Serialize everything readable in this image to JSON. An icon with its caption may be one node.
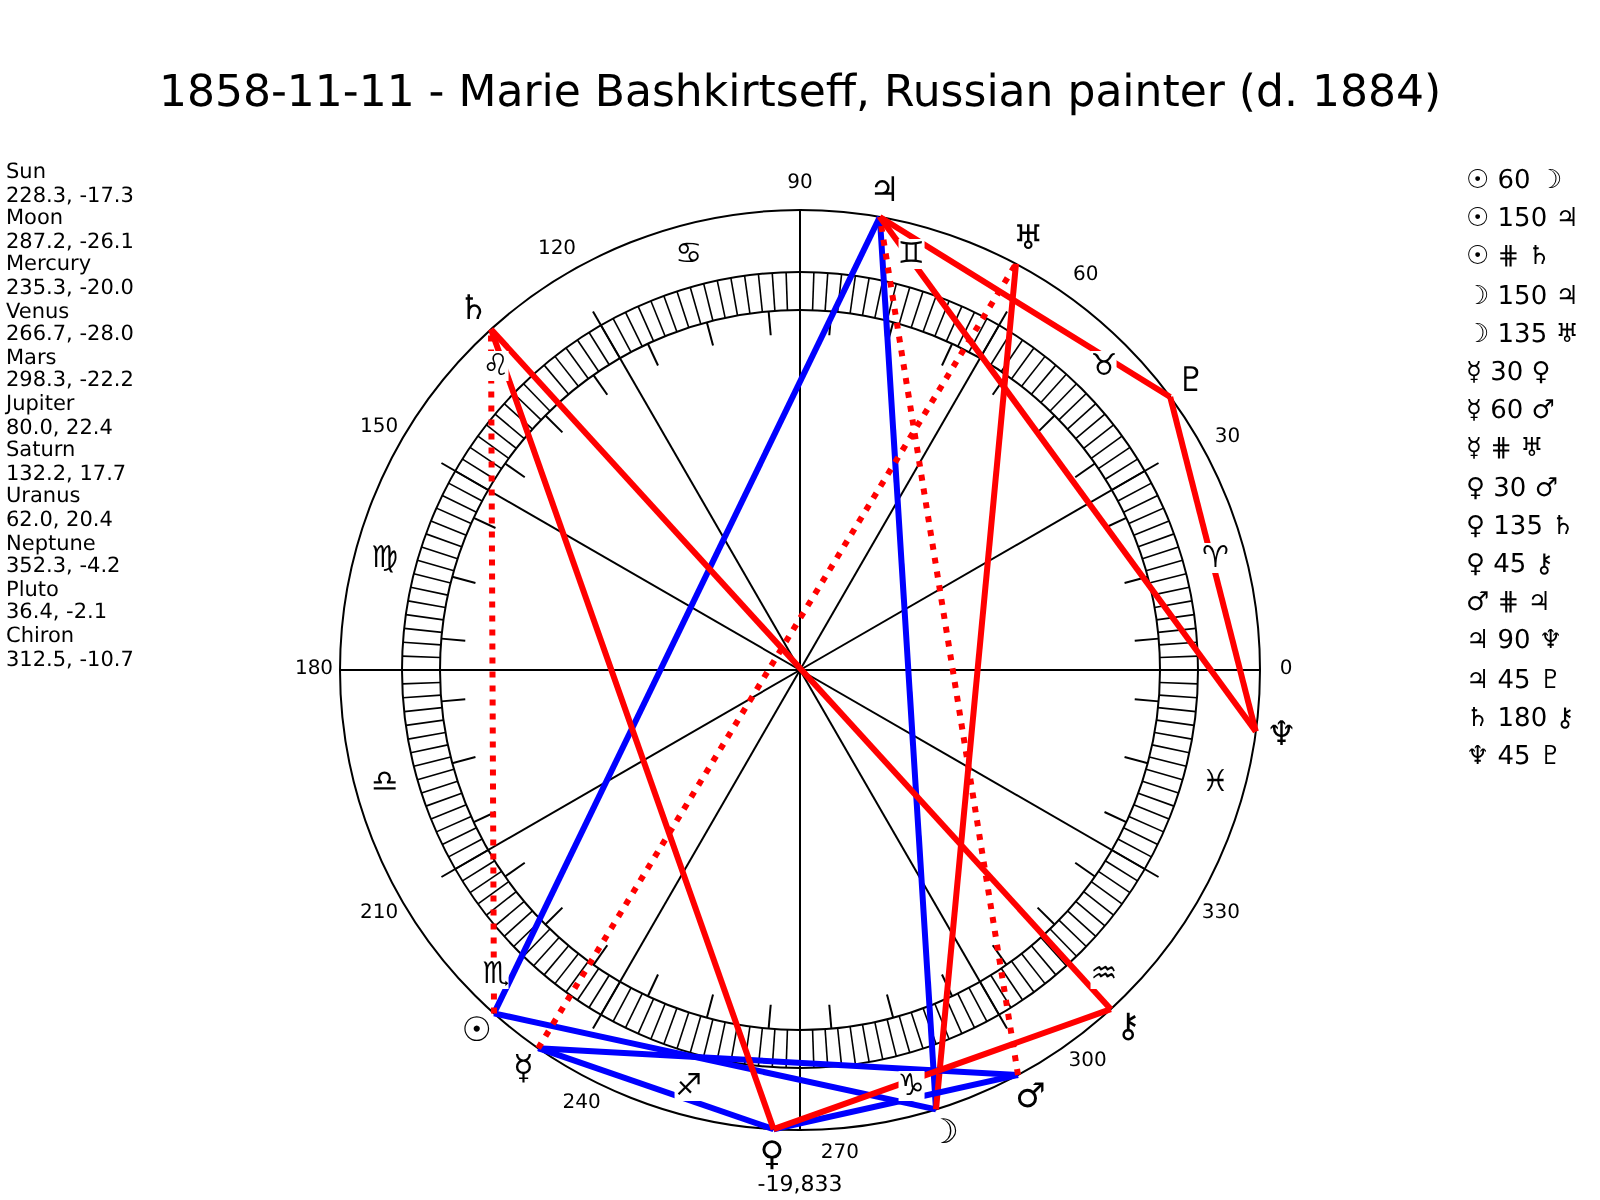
{
  "diagram": {
    "title": "1858-11-11 - Marie Bashkirtseff, Russian painter (d. 1884)",
    "nodes": [
      {
        "text": [
          "☉"
        ]
      },
      {
        "text": [
          "☽"
        ]
      },
      {
        "text": [
          "☿"
        ]
      },
      {
        "text": [
          "♀"
        ]
      },
      {
        "text": [
          "♂"
        ]
      },
      {
        "text": [
          "♃"
        ]
      },
      {
        "text": [
          "♄"
        ]
      },
      {
        "text": [
          "♅"
        ]
      },
      {
        "text": [
          "♆"
        ]
      },
      {
        "text": [
          "♇"
        ]
      },
      {
        "text": [
          "⚷"
        ]
      }
    ],
    "edges": [
      {
        "from": 0,
        "to": 1,
        "arrow": "none",
        "color": "#0000ff"
      },
      {
        "from": 0,
        "to": 5,
        "arrow": "none",
        "color": "#0000ff"
      },
      {
        "from": 0,
        "to": 6,
        "arrow": "none",
        "style": "dashed"
      },
      {
        "from": 1,
        "to": 5,
        "arrow": "none",
        "color": "#0000ff"
      },
      {
        "from": 1,
        "to": 7,
        "arrow": "none"
      },
      {
        "from": 2,
        "to": 3,
        "arrow": "none",
        "color": "#0000ff"
      },
      {
        "from": 2,
        "to": 4,
        "arrow": "none",
        "color": "#0000ff"
      },
      {
        "from": 2,
        "to": 7,
        "arrow": "none",
        "style": "dashed"
      },
      {
        "from": 3,
        "to": 4,
        "arrow": "none",
        "color": "#0000ff"
      },
      {
        "from": 3,
        "to": 6,
        "arrow": "none"
      },
      {
        "from": 3,
        "to": 10,
        "arrow": "none"
      },
      {
        "from": 4,
        "to": 5,
        "arrow": "none",
        "style": "dashed"
      },
      {
        "from": 5,
        "to": 8,
        "arrow": "none"
      },
      {
        "from": 5,
        "to": 9,
        "arrow": "none"
      },
      {
        "from": 6,
        "to": 10,
        "arrow": "none"
      },
      {
        "from": 8,
        "to": 9,
        "arrow": "none"
      }
    ],
    "labels": [
      "Sun",
      "228.3, -17.3",
      "Moon",
      "287.2, -26.1",
      "Mercury",
      "235.3, -20.0",
      "Venus",
      "266.7, -28.0",
      "Mars",
      "298.3, -22.2",
      "Jupiter",
      "80.0, 22.4",
      "Saturn",
      "132.2, 17.7",
      "Uranus",
      "62.0, 20.4",
      "Neptune",
      "352.3, -4.2",
      "Pluto",
      "36.4, -2.1",
      "Chiron",
      "312.5, -10.7",
      "0",
      "30",
      "60",
      "90",
      "120",
      "150",
      "180",
      "210",
      "240",
      "270",
      "300",
      "330",
      "♈",
      "♉",
      "♊",
      "♋",
      "♌",
      "♍",
      "♎",
      "♏",
      "♐",
      "♑",
      "♒",
      "♓",
      "-19,833",
      "☉ 60 ☽",
      "☉ 150 ♃",
      "☉ ⋕ ♄",
      "☽ 150 ♃",
      "☽ 135 ♅",
      "☿ 30 ♀",
      "☿ 60 ♂",
      "☿ ⋕ ♅",
      "♀ 30 ♂",
      "♀ 135 ♄",
      "♀ 45 ⚷",
      "♂ ⋕ ♃",
      "♃ 90 ♆",
      "♃ 45 ♇",
      "♄ 180 ⚷",
      "♆ 45 ♇"
    ]
  }
}
